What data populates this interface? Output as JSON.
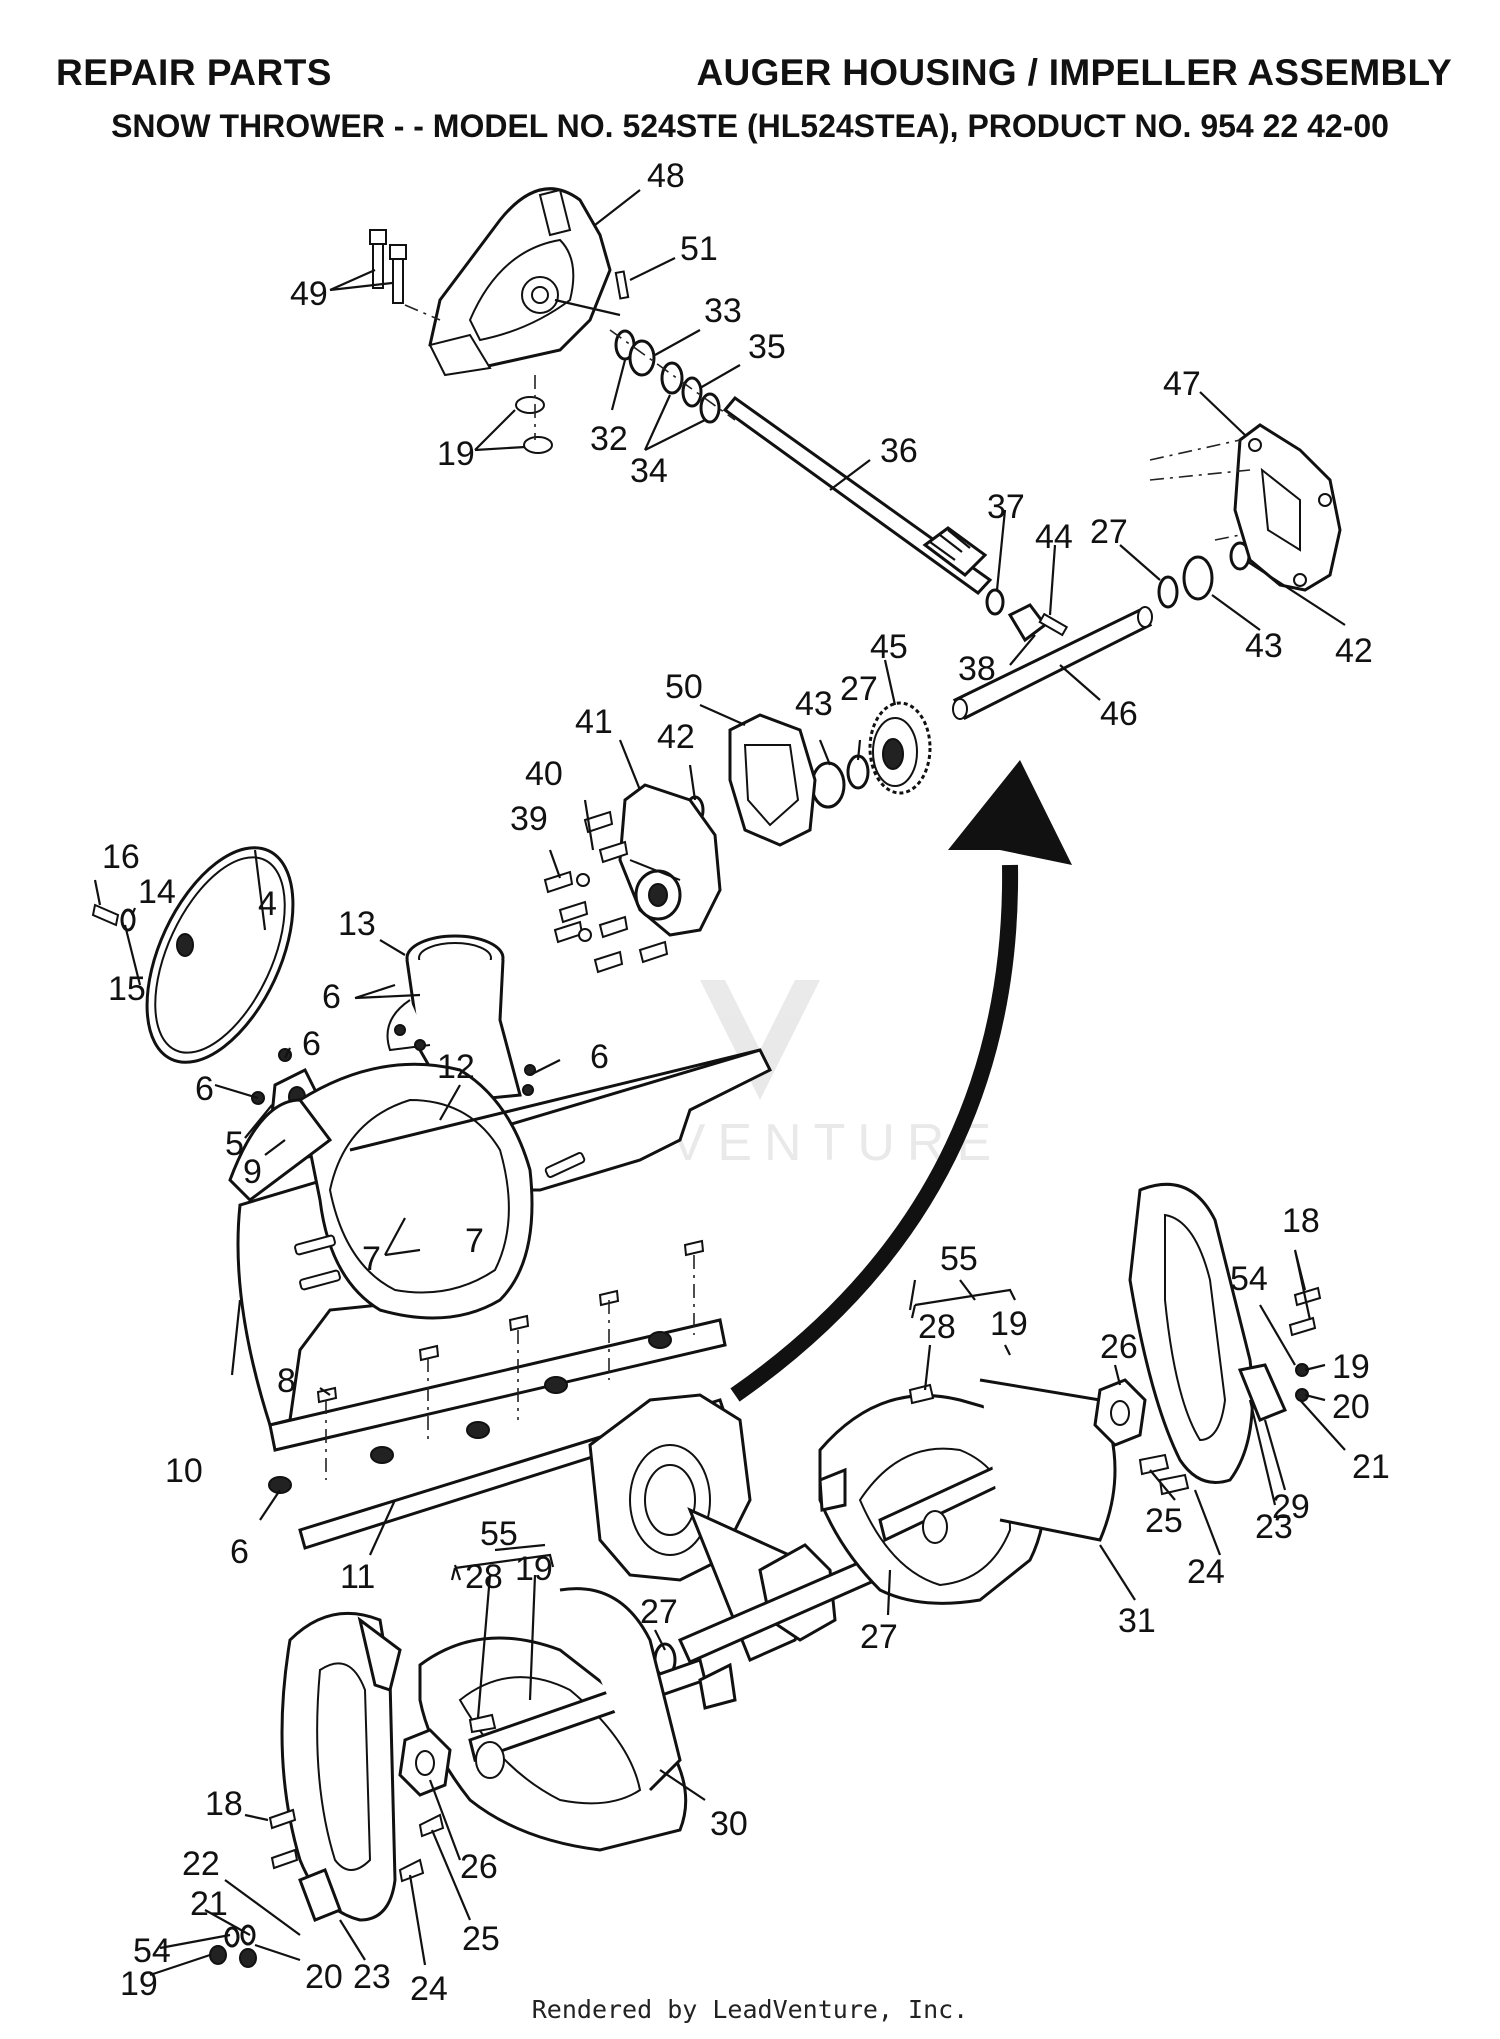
{
  "header": {
    "left_title": "REPAIR PARTS",
    "right_title": "AUGER HOUSING / IMPELLER ASSEMBLY",
    "subtitle": "SNOW THROWER - - MODEL NO. 524STE (HL524STEA), PRODUCT NO. 954 22 42-00"
  },
  "footer": {
    "credit": "Rendered by LeadVenture, Inc."
  },
  "watermark": {
    "text": "LEADVENTURE"
  },
  "callouts": [
    "48",
    "51",
    "49",
    "33",
    "35",
    "32",
    "34",
    "19",
    "36",
    "47",
    "37",
    "44",
    "27",
    "43",
    "42",
    "38",
    "46",
    "50",
    "43",
    "27",
    "45",
    "41",
    "42",
    "40",
    "39",
    "16",
    "14",
    "4",
    "13",
    "6",
    "15",
    "6",
    "12",
    "6",
    "6",
    "5",
    "9",
    "7",
    "7",
    "18",
    "55",
    "54",
    "28",
    "19",
    "26",
    "19",
    "20",
    "21",
    "8",
    "10",
    "29",
    "25",
    "23",
    "24",
    "6",
    "11",
    "31",
    "55",
    "28",
    "19",
    "27",
    "27",
    "30",
    "18",
    "22",
    "26",
    "25",
    "54",
    "21",
    "19",
    "20",
    "23",
    "24"
  ]
}
